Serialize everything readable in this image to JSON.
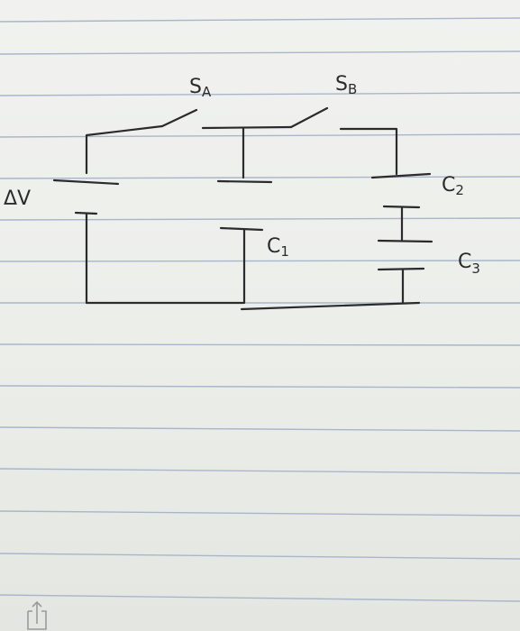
{
  "labels": {
    "switch_a": {
      "main": "S",
      "sub": "A"
    },
    "switch_b": {
      "main": "S",
      "sub": "B"
    },
    "voltage": "ΔV",
    "cap1": {
      "main": "C",
      "sub": "1"
    },
    "cap2": {
      "main": "C",
      "sub": "2"
    },
    "cap3": {
      "main": "C",
      "sub": "3"
    }
  },
  "colors": {
    "ink": "#2b2b2e",
    "rule_lines": "#a9b6c9",
    "paper": "#eef0ec"
  },
  "icons": {
    "corner": "share-icon"
  }
}
